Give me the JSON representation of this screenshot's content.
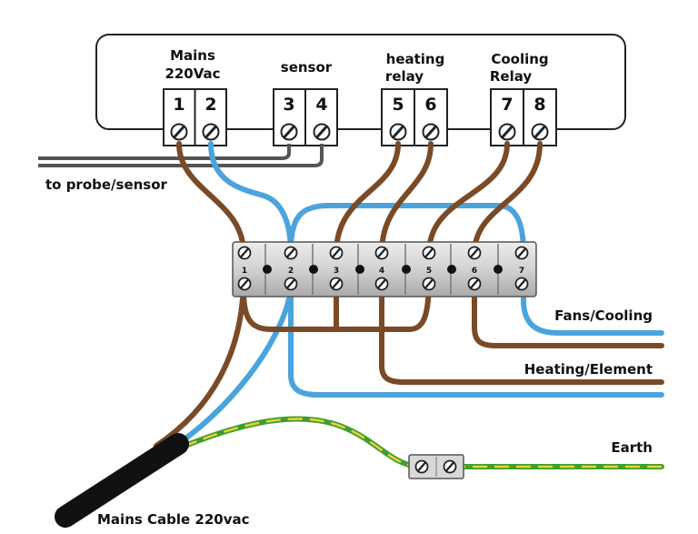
{
  "controller": {
    "groups": [
      {
        "line1": "Mains",
        "line2": "220Vac"
      },
      {
        "line1": "sensor",
        "line2": ""
      },
      {
        "line1": "heating",
        "line2": "relay"
      },
      {
        "line1": "Cooling",
        "line2": "Relay"
      }
    ],
    "terminals": [
      "1",
      "2",
      "3",
      "4",
      "5",
      "6",
      "7",
      "8"
    ]
  },
  "terminal_block": {
    "positions": [
      "1",
      "2",
      "3",
      "4",
      "5",
      "6",
      "7"
    ]
  },
  "labels": {
    "probe": "to probe/sensor",
    "fans": "Fans/Cooling",
    "heating": "Heating/Element",
    "earth": "Earth",
    "mains_cable": "Mains Cable 220vac"
  },
  "colors": {
    "live": "#7a4a26",
    "neutral": "#4aa4dc",
    "earth_green": "#3f9e2e",
    "earth_yellow": "#e6d23a",
    "sensor": "#555555",
    "cable": "#111111"
  }
}
